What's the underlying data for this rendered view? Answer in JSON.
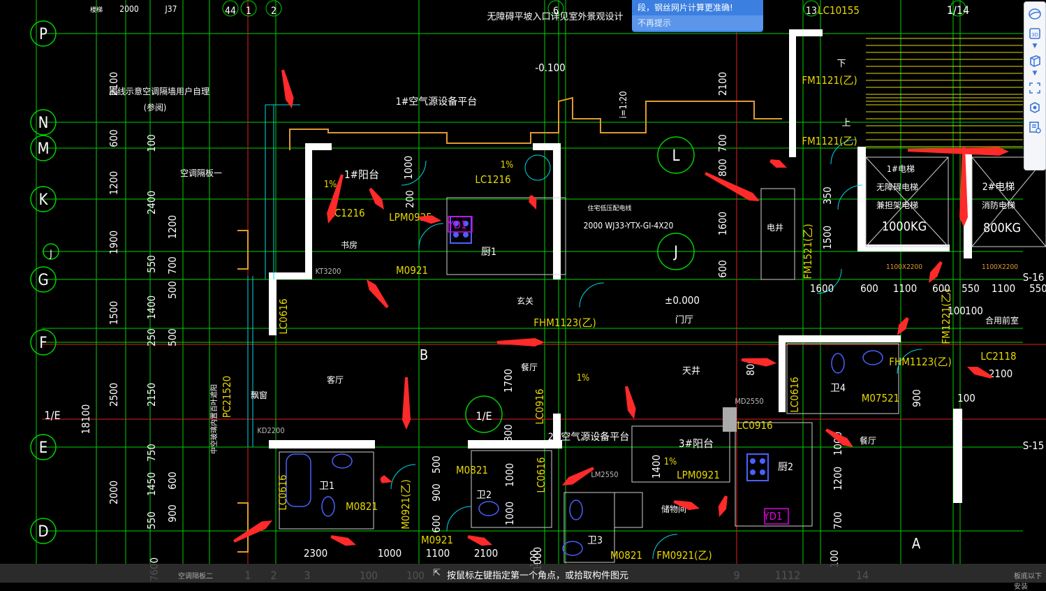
{
  "notice": {
    "message": "段，钢丝网片计算更准确!",
    "dismiss_label": "不再提示"
  },
  "status": {
    "prompt": "按鼠标左键指定第一个角点，或拾取构件图元",
    "left_hint": "空调隔板二",
    "right_hint": "板底以下安装"
  },
  "toolbar": {
    "icons": [
      "sphere-view-icon",
      "3d-view-icon",
      "cube-view-icon",
      "fullscreen-icon",
      "object-view-icon",
      "property-icon"
    ]
  },
  "drawing": {
    "colors": {
      "green_line": "#00d200",
      "red_line": "#e02020",
      "white_wall": "#ffffff",
      "cyan": "#00d8e8",
      "yellow": "#e8d800",
      "orange": "#e09a30",
      "magenta": "#e000e0",
      "arrow": "#ff2a2a"
    },
    "axis_left": [
      {
        "label": "P"
      },
      {
        "label": "N"
      },
      {
        "label": "M"
      },
      {
        "label": "K"
      },
      {
        "label": "J"
      },
      {
        "label": "G"
      },
      {
        "label": "F"
      },
      {
        "label": "E"
      },
      {
        "label": "D"
      }
    ],
    "axis_top": [
      "44",
      "1",
      "2",
      "6",
      "13",
      "1/14"
    ],
    "axis_bottom": [
      "1",
      "2",
      "3",
      "9",
      "1112",
      "14"
    ],
    "dims_left_a": [
      "2100",
      "600",
      "1200",
      "1900",
      "1500",
      "2500",
      "2000"
    ],
    "dims_left_b": [
      "100",
      "2400",
      "550",
      "1400",
      "250",
      "2150",
      "750",
      "1450",
      "550"
    ],
    "dims_left_c": [
      "1200",
      "700",
      "500",
      "500",
      "600",
      "900"
    ],
    "dim_total": "18100",
    "dim_total2": "7600",
    "dims_right": [
      "2100",
      "700",
      "800",
      "1600",
      "600"
    ],
    "dims_bottom": [
      "2300",
      "1000",
      "100",
      "100",
      "1100",
      "2100",
      "100"
    ],
    "dims_elevator": [
      "1600",
      "600",
      "1100",
      "600",
      "550",
      "1100",
      "550"
    ],
    "dims_misc": [
      "1000",
      "200",
      "350",
      "1500",
      "1700",
      "800",
      "500",
      "900",
      "600",
      "1000",
      "1000",
      "1400",
      "1200",
      "700",
      "1000",
      "800",
      "900",
      "100",
      "1000",
      "100",
      "100",
      "2100",
      "100"
    ],
    "top_text": [
      "楼梯",
      "2000",
      "J37",
      "无障碍平坡入口详见室外景观设计"
    ],
    "elev_minus": "-0.100",
    "elev_zero": "±0.000",
    "slope": "i=1:20",
    "rooms": {
      "balcony1": "1#阳台",
      "ac1": "1#空气源设备平台",
      "study": "书房",
      "kitchen1": "厨1",
      "foyer": "玄关",
      "hall": "门厅",
      "living": "客厅",
      "dining": "餐厅",
      "bay": "飘窗",
      "atrium": "天井",
      "bath1": "卫1",
      "bath2": "卫2",
      "bath3": "卫3",
      "bath4": "卫4",
      "ac2": "2#空气源设备平台",
      "balcony3": "3#阳台",
      "kitchen2": "厨2",
      "dining2": "餐厅",
      "storage": "储物间",
      "elev1": "1#电梯",
      "elev1b": "无障碍电梯",
      "elev1c": "兼担架电梯",
      "elev2": "2#电梯",
      "elev2b": "消防电梯",
      "shaft": "电井",
      "cofunc": "合用前室",
      "unitB": "B",
      "unitA": "A",
      "down": "下",
      "up": "上"
    },
    "openings": [
      "LC1216",
      "LPM0925",
      "LC1216",
      "M0921",
      "KT3200",
      "LC0616",
      "FHM1123(乙)",
      "PC21520",
      "KD2200",
      "LC0916",
      "M0821",
      "M0921(乙)",
      "M0921",
      "M0821",
      "FM0921(乙)",
      "LPM0921",
      "LC0616",
      "M0821",
      "M07521",
      "FHM1123(乙)",
      "LC2118",
      "LC0916",
      "MD2550",
      "LC10155",
      "FM1121(乙)",
      "FM1121(乙)",
      "FM1521(乙)",
      "FM1221(乙)",
      "LC0616",
      "YD1",
      "YD1",
      "LC0616",
      "LM2550"
    ],
    "elevator_load": [
      "1000KG",
      "800KG"
    ],
    "elevator_door": [
      "1100X2200",
      "1100X2200"
    ],
    "tag_1e": "1/E",
    "percent": "1%",
    "note_left": "虚线示意空调隔墙用户自理",
    "note_left2": "(参阅)",
    "note_acboard": "空调隔板一",
    "note_wall": "中空玻璃内置百叶遮阳",
    "cable": "2000  WJ33-YTX-GI-4X20",
    "cable2": "住宅低压配电线",
    "s16": "S-16",
    "s15": "S-15",
    "dim_sq": "1100",
    "dim_2100": "2100"
  }
}
